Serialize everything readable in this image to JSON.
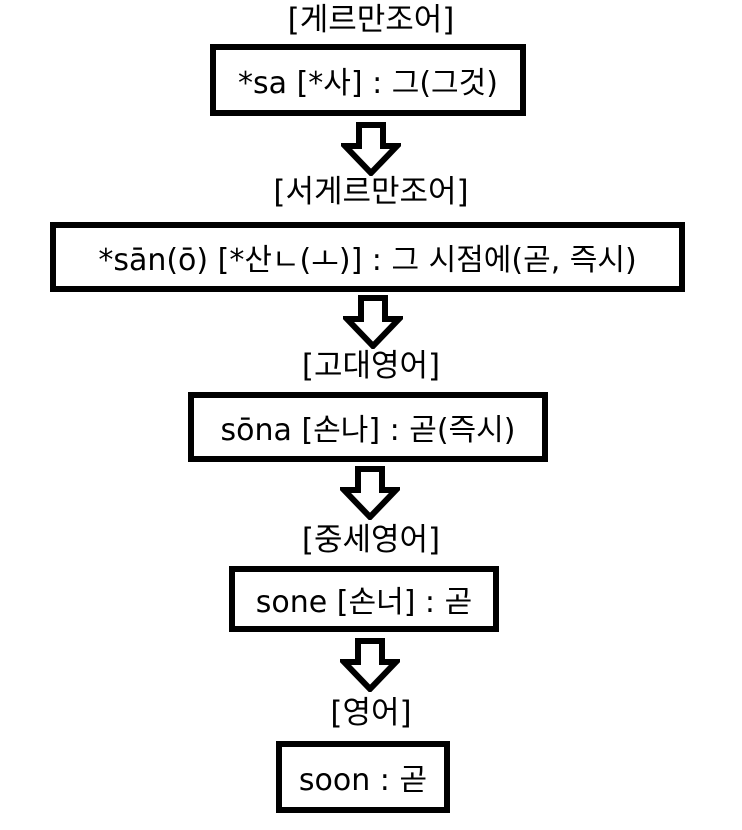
{
  "stages": [
    {
      "language": "[게르만조어]",
      "form": "*sa [*사] : 그(그것)"
    },
    {
      "language": "[서게르만조어]",
      "form": "*sān(ō) [*산ㄴ(ㅗ)] : 그 시점에(곧, 즉시)"
    },
    {
      "language": "[고대영어]",
      "form": "sōna [손나] : 곧(즉시)"
    },
    {
      "language": "[중세영어]",
      "form": "sone [손너] : 곧"
    },
    {
      "language": "[영어]",
      "form": "soon : 곧"
    }
  ],
  "colors": {
    "ink": "#000000",
    "background": "#ffffff"
  },
  "icons": {
    "transition": "down-arrow-icon"
  }
}
